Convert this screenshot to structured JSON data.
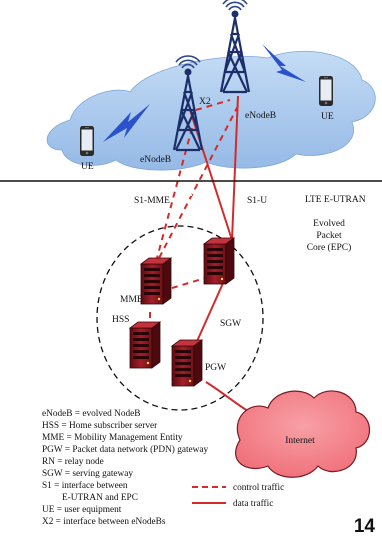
{
  "labels": {
    "enodeb_left": "eNodeB",
    "enodeb_right": "eNodeB",
    "x2": "X2",
    "ue_left": "UE",
    "ue_right": "UE",
    "s1_mme": "S1-MME",
    "s1_u": "S1-U",
    "lte_eutran": "LTE E-UTRAN",
    "epc_line1": "Evolved",
    "epc_line2": "Packet",
    "epc_line3": "Core (EPC)",
    "mme": "MME",
    "hss": "HSS",
    "sgw": "SGW",
    "pgw": "PGW",
    "internet": "Internet"
  },
  "legend": {
    "abbreviations": [
      "eNodeB = evolved NodeB",
      "HSS = Home subscriber server",
      "MME = Mobility Management Entity",
      "PGW = Packet data network (PDN) gateway",
      "RN = relay node",
      "SGW = serving gateway",
      "S1 = interface between",
      "E-UTRAN and EPC",
      "UE = user equipment",
      "X2 = interface between eNodeBs"
    ],
    "control_traffic": "control traffic",
    "data_traffic": "data traffic"
  },
  "page_number": "14",
  "colors": {
    "cloud_blue": "#a9c8ec",
    "link_red": "#d42a2a",
    "tower_blue": "#1d2f6b",
    "lightning_blue": "#2b52c8",
    "server_red": "#8c1a22",
    "internet_cloud": "#f27d86"
  },
  "icons": [
    "cell-tower-icon",
    "smartphone-icon",
    "lightning-icon",
    "server-icon",
    "cloud-icon"
  ]
}
